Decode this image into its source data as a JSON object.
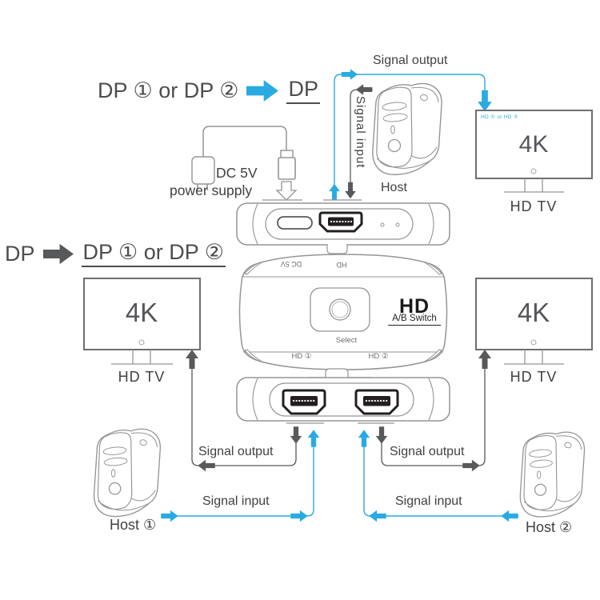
{
  "colors": {
    "cyan": "#29abe2",
    "gray_arrow": "#58595b",
    "line_art": "#939598",
    "text": "#414042",
    "black": "#231f20"
  },
  "legends": {
    "top": {
      "from": "DP ① or DP ②",
      "to": "DP"
    },
    "left": {
      "from": "DP",
      "to": "DP ① or DP ②"
    }
  },
  "power_supply": {
    "line1": "DC 5V",
    "line2": "power supply"
  },
  "flows": {
    "top": {
      "output": "Signal output",
      "input": "Signal input"
    },
    "bottom_left": {
      "output": "Signal output",
      "input": "Signal input"
    },
    "bottom_right": {
      "output": "Signal output",
      "input": "Signal input"
    }
  },
  "hosts": {
    "top": "Host",
    "left": "Host ①",
    "right": "Host ②"
  },
  "tvs": {
    "top_right": {
      "note": "HD ① or HD ②",
      "screen": "4K",
      "label": "HD TV"
    },
    "left": {
      "screen": "4K",
      "label": "HD TV"
    },
    "right": {
      "screen": "4K",
      "label": "HD TV"
    }
  },
  "switch": {
    "back_labels": {
      "dc": "DC 5V",
      "hd": "HD"
    },
    "button_label": "Select",
    "logo": "HD",
    "logo_sub": "A/B Switch",
    "front_labels": {
      "port1": "HD ①",
      "port2": "HD ②"
    }
  }
}
